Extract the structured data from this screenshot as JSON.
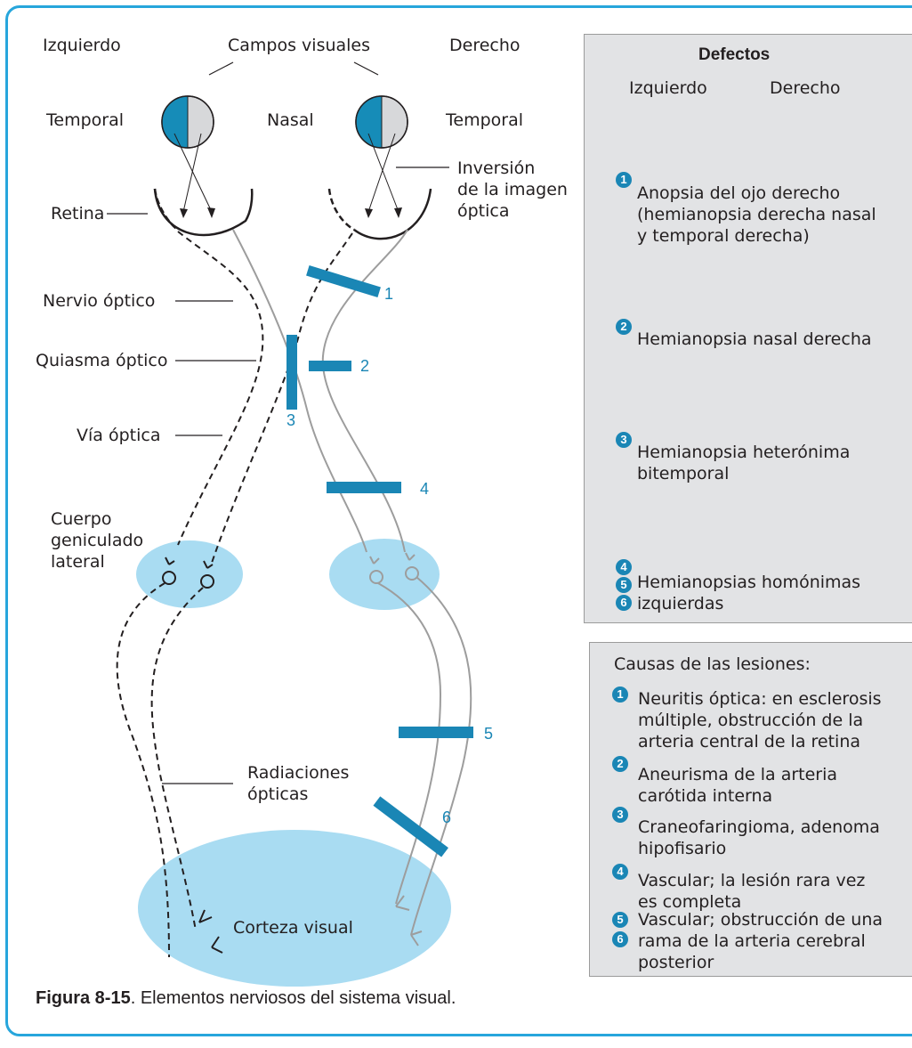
{
  "labels": {
    "izquierdo": "Izquierdo",
    "campos_visuales": "Campos visuales",
    "derecho": "Derecho",
    "temporal_left": "Temporal",
    "nasal": "Nasal",
    "temporal_right": "Temporal",
    "inversion": [
      "Inversión",
      "de la imagen",
      "óptica"
    ],
    "retina": "Retina",
    "nervio_optico": "Nervio óptico",
    "quiasma_optico": "Quiasma óptico",
    "via_optica": "Vía óptica",
    "cuerpo_geniculado": [
      "Cuerpo",
      "geniculado",
      "lateral"
    ],
    "radiaciones_opticas": [
      "Radiaciones",
      "ópticas"
    ],
    "corteza_visual": "Corteza visual"
  },
  "lesions": [
    "1",
    "2",
    "3",
    "4",
    "5",
    "6"
  ],
  "defects": {
    "title": "Defectos",
    "col_left": "Izquierdo",
    "col_right": "Derecho",
    "items": [
      {
        "badges": [
          "1"
        ],
        "lines": [
          "Anopsia del ojo derecho",
          "(hemianopsia derecha nasal",
          "y temporal derecha)"
        ]
      },
      {
        "badges": [
          "2"
        ],
        "lines": [
          "Hemianopsia nasal derecha"
        ]
      },
      {
        "badges": [
          "3"
        ],
        "lines": [
          "Hemianopsia heterónima",
          "bitemporal"
        ]
      },
      {
        "badges": [
          "4",
          "5",
          "6"
        ],
        "lines": [
          "Hemianopsias homónimas",
          "izquierdas"
        ]
      }
    ]
  },
  "causes": {
    "title": "Causas de las lesiones:",
    "items": [
      {
        "badges": [
          "1"
        ],
        "lines": [
          "Neuritis óptica: en esclerosis",
          "múltiple, obstrucción de la",
          "arteria central de la retina"
        ]
      },
      {
        "badges": [
          "2"
        ],
        "lines": [
          "Aneurisma de la arteria",
          "carótida interna"
        ]
      },
      {
        "badges": [
          "3"
        ],
        "lines": [
          "Craneofaringioma, adenoma",
          "hipofisario"
        ]
      },
      {
        "badges": [
          "4"
        ],
        "lines": [
          "Vascular; la lesión rara vez",
          "es completa"
        ]
      },
      {
        "badges": [
          "5",
          "6"
        ],
        "lines": [
          "Vascular; obstrucción de una",
          "rama de la arteria cerebral",
          "posterior"
        ]
      }
    ]
  },
  "caption": {
    "figure": "Figura 8-15",
    "text": ". Elementos nerviosos del sistema visual."
  },
  "colors": {
    "frame": "#27a6dc",
    "lesion": "#1a86b5",
    "fill_blue": "#168cb8",
    "light_blue": "#a9dcf2",
    "field_gray": "#d7d8da",
    "panel_bg": "#e2e3e5",
    "path_gray": "#9d9d9d"
  }
}
